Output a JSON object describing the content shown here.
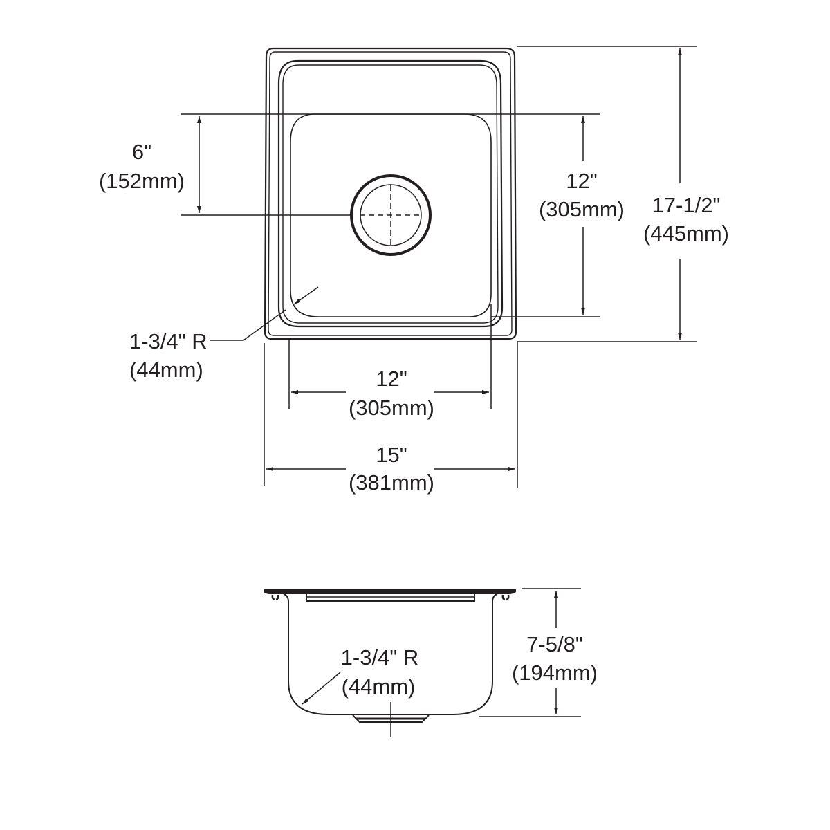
{
  "diagram": {
    "title": "Single bowl sink dimension drawing",
    "line_color": "#231f20",
    "background": "#ffffff",
    "top_view": {
      "drain_to_front_edge": {
        "imperial": "6\"",
        "metric": "(152mm)"
      },
      "bowl_length": {
        "imperial": "12\"",
        "metric": "(305mm)"
      },
      "overall_length": {
        "imperial": "17-1/2\"",
        "metric": "(445mm)"
      },
      "corner_radius": {
        "imperial": "1-3/4\" R",
        "metric": "(44mm)"
      },
      "bowl_width": {
        "imperial": "12\"",
        "metric": "(305mm)"
      },
      "overall_width": {
        "imperial": "15\"",
        "metric": "(381mm)"
      }
    },
    "side_view": {
      "corner_radius": {
        "imperial": "1-3/4\" R",
        "metric": "(44mm)"
      },
      "depth": {
        "imperial": "7-5/8\"",
        "metric": "(194mm)"
      }
    }
  }
}
